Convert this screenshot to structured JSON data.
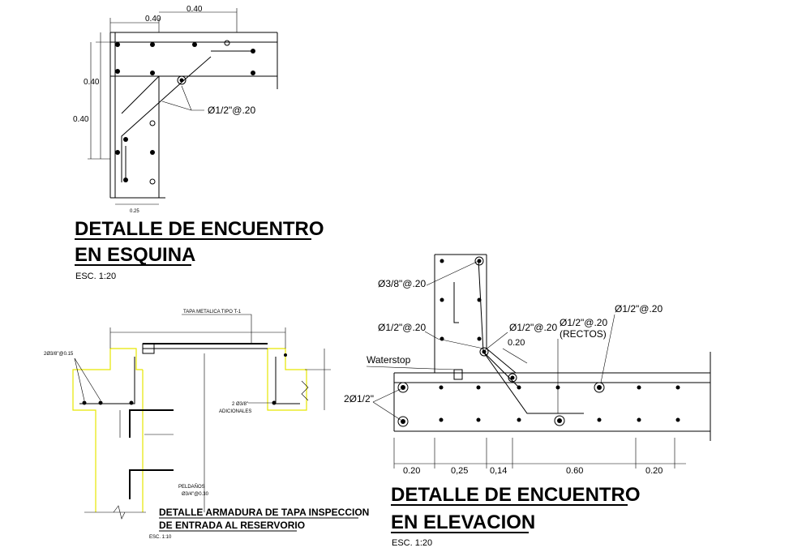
{
  "corner_detail": {
    "dim_top_inner": "0.40",
    "dim_top_outer": "0.40",
    "dim_left_inner": "0.40",
    "dim_left_outer": "0.40",
    "dim_bottom": "0.25",
    "bar_label": "Ø1/2\"@.20",
    "title_line1": "DETALLE DE ENCUENTRO",
    "title_line2": "EN ESQUINA",
    "scale": "ESC. 1:20"
  },
  "lid_detail": {
    "cover_label": "TAPA METALICA TIPO T-1",
    "left_bar_label": "2Ø3/8\"@0.15",
    "additional_label_1": "2 Ø3/8\"",
    "additional_label_2": "ADICIONALES",
    "steps_label_1": "PELDAÑOS",
    "steps_label_2": "Ø3/4\"@0.30",
    "title_line1": "DETALLE ARMADURA DE TAPA INSPECCION",
    "title_line2": "DE ENTRADA AL RESERVORIO",
    "scale": "ESC. 1:10"
  },
  "elevation_detail": {
    "bar_38": "Ø3/8\"@.20",
    "bar_12_left": "Ø1/2\"@.20",
    "bar_12_mid": "Ø1/2\"@.20",
    "dim_020_small": "0.20",
    "bar_12_rectos_1": "Ø1/2\"@.20",
    "bar_12_rectos_2": "(RECTOS)",
    "bar_12_right": "Ø1/2\"@.20",
    "waterstop": "Waterstop",
    "two_bars": "2Ø1/2\"",
    "dims": [
      "0.20",
      "0,25",
      "0,14",
      "0.60",
      "0.20"
    ],
    "title_line1": "DETALLE DE ENCUENTRO",
    "title_line2": "EN ELEVACION",
    "scale": "ESC. 1:20"
  }
}
